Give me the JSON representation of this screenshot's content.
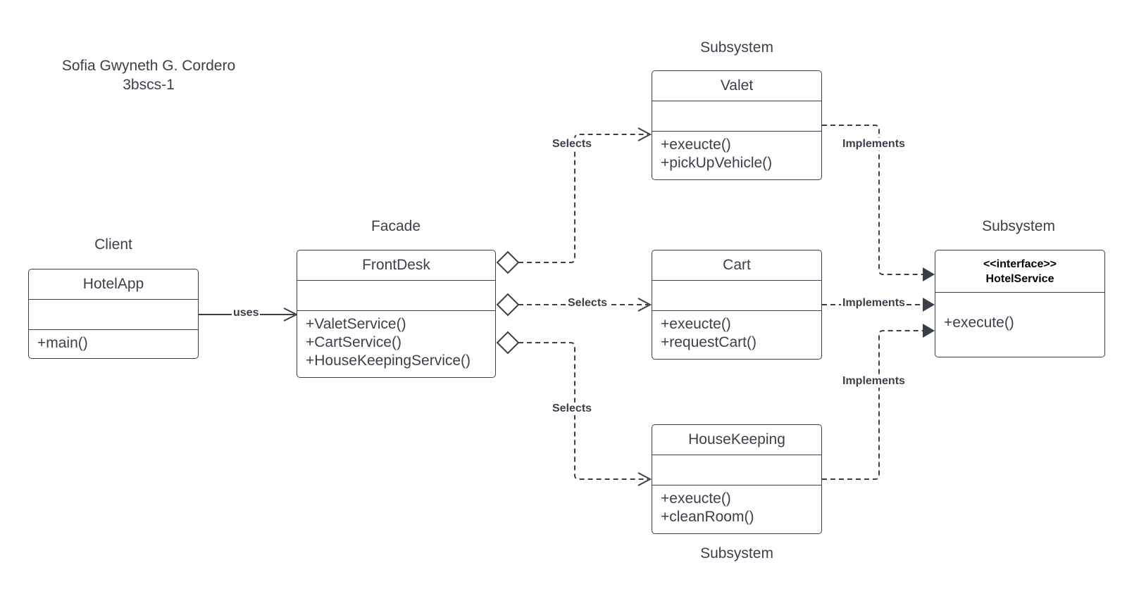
{
  "author": {
    "name": "Sofia Gwyneth G. Cordero",
    "section": "3bscs-1"
  },
  "captions": {
    "client": "Client",
    "facade": "Facade",
    "subsystem_top": "Subsystem",
    "subsystem_right": "Subsystem",
    "subsystem_bottom": "Subsystem"
  },
  "classes": {
    "hotelapp": {
      "name": "HotelApp",
      "operations": [
        "+main()"
      ]
    },
    "frontdesk": {
      "name": "FrontDesk",
      "operations": [
        "+ValetService()",
        "+CartService()",
        "+HouseKeepingService()"
      ]
    },
    "valet": {
      "name": "Valet",
      "operations": [
        "+exeucte()",
        "+pickUpVehicle()"
      ]
    },
    "cart": {
      "name": "Cart",
      "operations": [
        "+exeucte()",
        "+requestCart()"
      ]
    },
    "housekeeping": {
      "name": "HouseKeeping",
      "operations": [
        "+exeucte()",
        "+cleanRoom()"
      ]
    },
    "hotelservice": {
      "stereotype": "<<interface>>",
      "name": "HotelService",
      "operations": [
        "+execute()"
      ]
    }
  },
  "relations": {
    "uses": "uses",
    "selects_valet": "Selects",
    "selects_cart": "Selects",
    "selects_housekeeping": "Selects",
    "implements_valet": "Implements",
    "implements_cart": "Implements",
    "implements_housekeeping": "Implements"
  },
  "colors": {
    "line": "#3a3f4a",
    "background": "#ffffff"
  }
}
